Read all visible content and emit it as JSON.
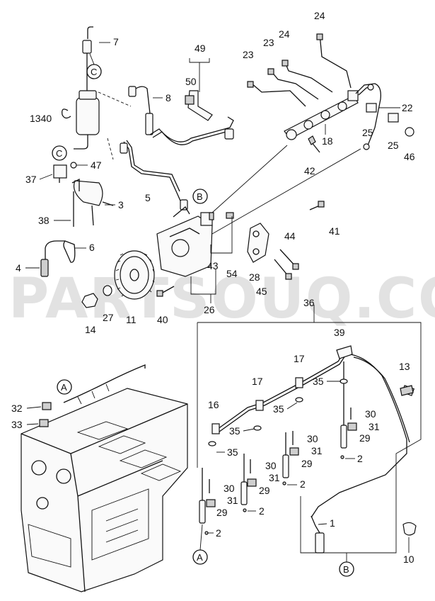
{
  "diagram": {
    "watermark": "PARTSOUQ.COM",
    "connectors": {
      "A": "A",
      "B": "B",
      "C": "C"
    },
    "callouts": {
      "n1340": "1340",
      "n7": "7",
      "n8": "8",
      "n49": "49",
      "n50": "50",
      "n23a": "23",
      "n23b": "23",
      "n24a": "24",
      "n24b": "24",
      "n22": "22",
      "n25a": "25",
      "n25b": "25",
      "n46": "46",
      "n18": "18",
      "n42": "42",
      "n47": "47",
      "n37": "37",
      "n3": "3",
      "n5": "5",
      "n38": "38",
      "n6": "6",
      "n4": "4",
      "n41": "41",
      "n44": "44",
      "n43": "43",
      "n54": "54",
      "n28": "28",
      "n45": "45",
      "n26": "26",
      "n14": "14",
      "n27": "27",
      "n11": "11",
      "n40": "40",
      "n36": "36",
      "n39": "39",
      "n17a": "17",
      "n17b": "17",
      "n16": "16",
      "n13": "13",
      "n35a": "35",
      "n35b": "35",
      "n35c": "35",
      "n35d": "35",
      "n30a": "30",
      "n30b": "30",
      "n30c": "30",
      "n30d": "30",
      "n31a": "31",
      "n31b": "31",
      "n31c": "31",
      "n31d": "31",
      "n29a": "29",
      "n29b": "29",
      "n29c": "29",
      "n29d": "29",
      "n2a": "2",
      "n2b": "2",
      "n2c": "2",
      "n2d": "2",
      "n1": "1",
      "n10": "10",
      "n32": "32",
      "n33": "33"
    }
  }
}
